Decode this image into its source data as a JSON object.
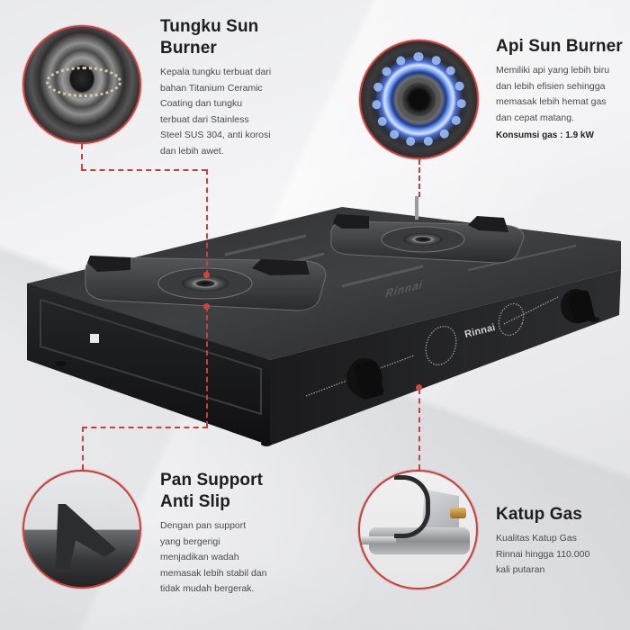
{
  "brand": "Rinnai",
  "accent_color": "#c4413e",
  "callouts": {
    "tungku": {
      "title_line1": "Tungku Sun",
      "title_line2": "Burner",
      "body_lines": [
        "Kepala tungku terbuat dari",
        "bahan Titanium Ceramic",
        "Coating dan tungku",
        "terbuat dari Stainless",
        "Steel SUS 304, anti korosi",
        "dan lebih awet."
      ],
      "image_icon": "burner-head-icon"
    },
    "api": {
      "title": "Api Sun Burner",
      "body_lines": [
        "Memiliki api yang lebih biru",
        "dan lebih efisien sehingga",
        "memasak lebih hemat gas",
        "dan cepat matang."
      ],
      "spec": "Konsumsi gas : 1.9 kW",
      "image_icon": "blue-flame-icon"
    },
    "pan": {
      "title_line1": "Pan Support",
      "title_line2": "Anti Slip",
      "body_lines": [
        "Dengan pan support",
        "yang bergerigi",
        "menjadikan wadah",
        "memasak lebih stabil dan",
        "tidak mudah bergerak."
      ],
      "image_icon": "pan-support-icon"
    },
    "katup": {
      "title": "Katup Gas",
      "body_lines": [
        "Kualitas Katup Gas",
        "Rinnai hingga 110.000",
        "kali putaran"
      ],
      "image_icon": "gas-valve-icon"
    }
  },
  "product": {
    "type": "2-burner gas stove",
    "front_logo": "Rinnai",
    "top_logo": "Rinnai",
    "body_color": "#1b1b1d",
    "knobs": 2,
    "burners": 2
  }
}
